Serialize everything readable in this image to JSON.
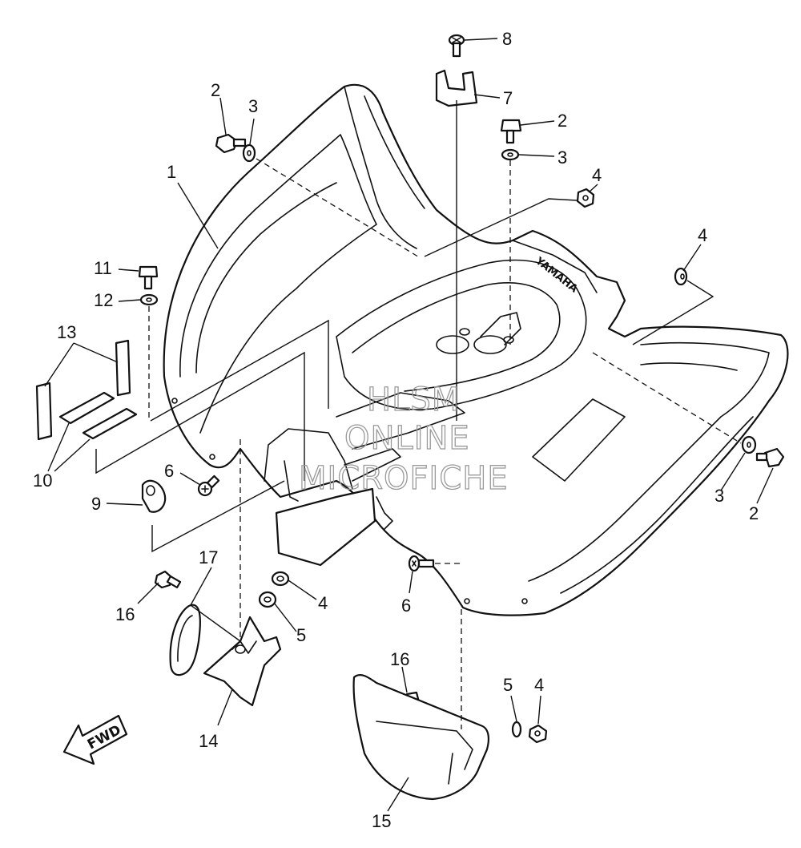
{
  "callouts": [
    {
      "id": "c1",
      "label": "1"
    },
    {
      "id": "c2a",
      "label": "2"
    },
    {
      "id": "c3a",
      "label": "3"
    },
    {
      "id": "c8",
      "label": "8"
    },
    {
      "id": "c7",
      "label": "7"
    },
    {
      "id": "c2b",
      "label": "2"
    },
    {
      "id": "c3b",
      "label": "3"
    },
    {
      "id": "c4a",
      "label": "4"
    },
    {
      "id": "c4b",
      "label": "4"
    },
    {
      "id": "c11",
      "label": "11"
    },
    {
      "id": "c12",
      "label": "12"
    },
    {
      "id": "c13",
      "label": "13"
    },
    {
      "id": "c10",
      "label": "10"
    },
    {
      "id": "c6a",
      "label": "6"
    },
    {
      "id": "c9",
      "label": "9"
    },
    {
      "id": "c3c",
      "label": "3"
    },
    {
      "id": "c2c",
      "label": "2"
    },
    {
      "id": "c17",
      "label": "17"
    },
    {
      "id": "c16a",
      "label": "16"
    },
    {
      "id": "c4c",
      "label": "4"
    },
    {
      "id": "c5a",
      "label": "5"
    },
    {
      "id": "c6b",
      "label": "6"
    },
    {
      "id": "c14",
      "label": "14"
    },
    {
      "id": "c16b",
      "label": "16"
    },
    {
      "id": "c5b",
      "label": "5"
    },
    {
      "id": "c4d",
      "label": "4"
    },
    {
      "id": "c15",
      "label": "15"
    }
  ],
  "watermark": {
    "line1": "HLSM",
    "line2": "ONLINE",
    "line3": "MICROFICHE"
  },
  "direction_badge": "FWD",
  "fender_brand": "YAMAHA"
}
